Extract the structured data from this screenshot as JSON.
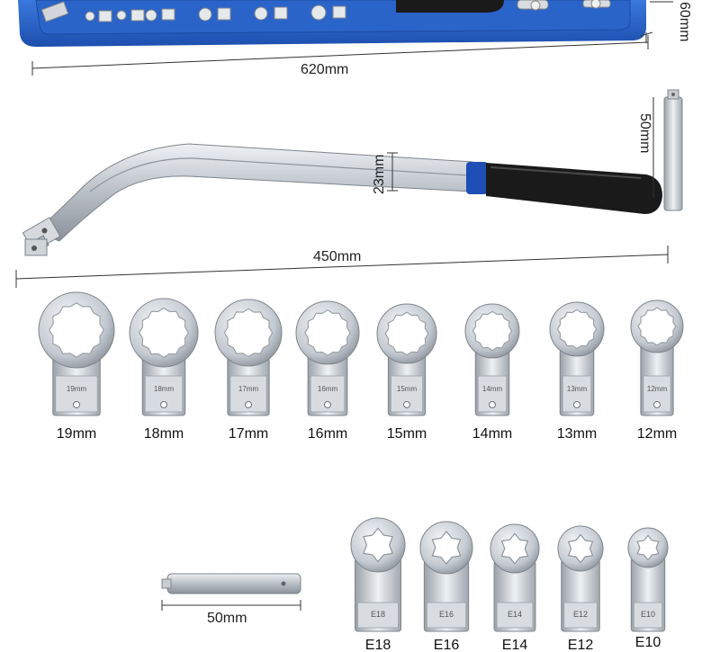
{
  "dimensions": {
    "case_length": "620mm",
    "case_height": "60mm",
    "handle_length": "450mm",
    "handle_width": "23mm",
    "extension_bar_upper": "50mm",
    "extension_bar_lower": "50mm"
  },
  "ring_wrenches": [
    {
      "label": "19mm",
      "stamp": "19mm"
    },
    {
      "label": "18mm",
      "stamp": "18mm"
    },
    {
      "label": "17mm",
      "stamp": "17mm"
    },
    {
      "label": "16mm",
      "stamp": "16mm"
    },
    {
      "label": "15mm",
      "stamp": "15mm"
    },
    {
      "label": "14mm",
      "stamp": "14mm"
    },
    {
      "label": "13mm",
      "stamp": "13mm"
    },
    {
      "label": "12mm",
      "stamp": "12mm"
    }
  ],
  "torx_sockets": [
    {
      "label": "E18",
      "stamp": "E18"
    },
    {
      "label": "E16",
      "stamp": "E16"
    },
    {
      "label": "E14",
      "stamp": "E14"
    },
    {
      "label": "E12",
      "stamp": "E12"
    },
    {
      "label": "E10",
      "stamp": "E10"
    }
  ],
  "colors": {
    "case_blue": "#2a62c4",
    "handle_grip": "#1a1a1a",
    "handle_ring": "#1f4fb5",
    "steel": "#c9ced4"
  }
}
